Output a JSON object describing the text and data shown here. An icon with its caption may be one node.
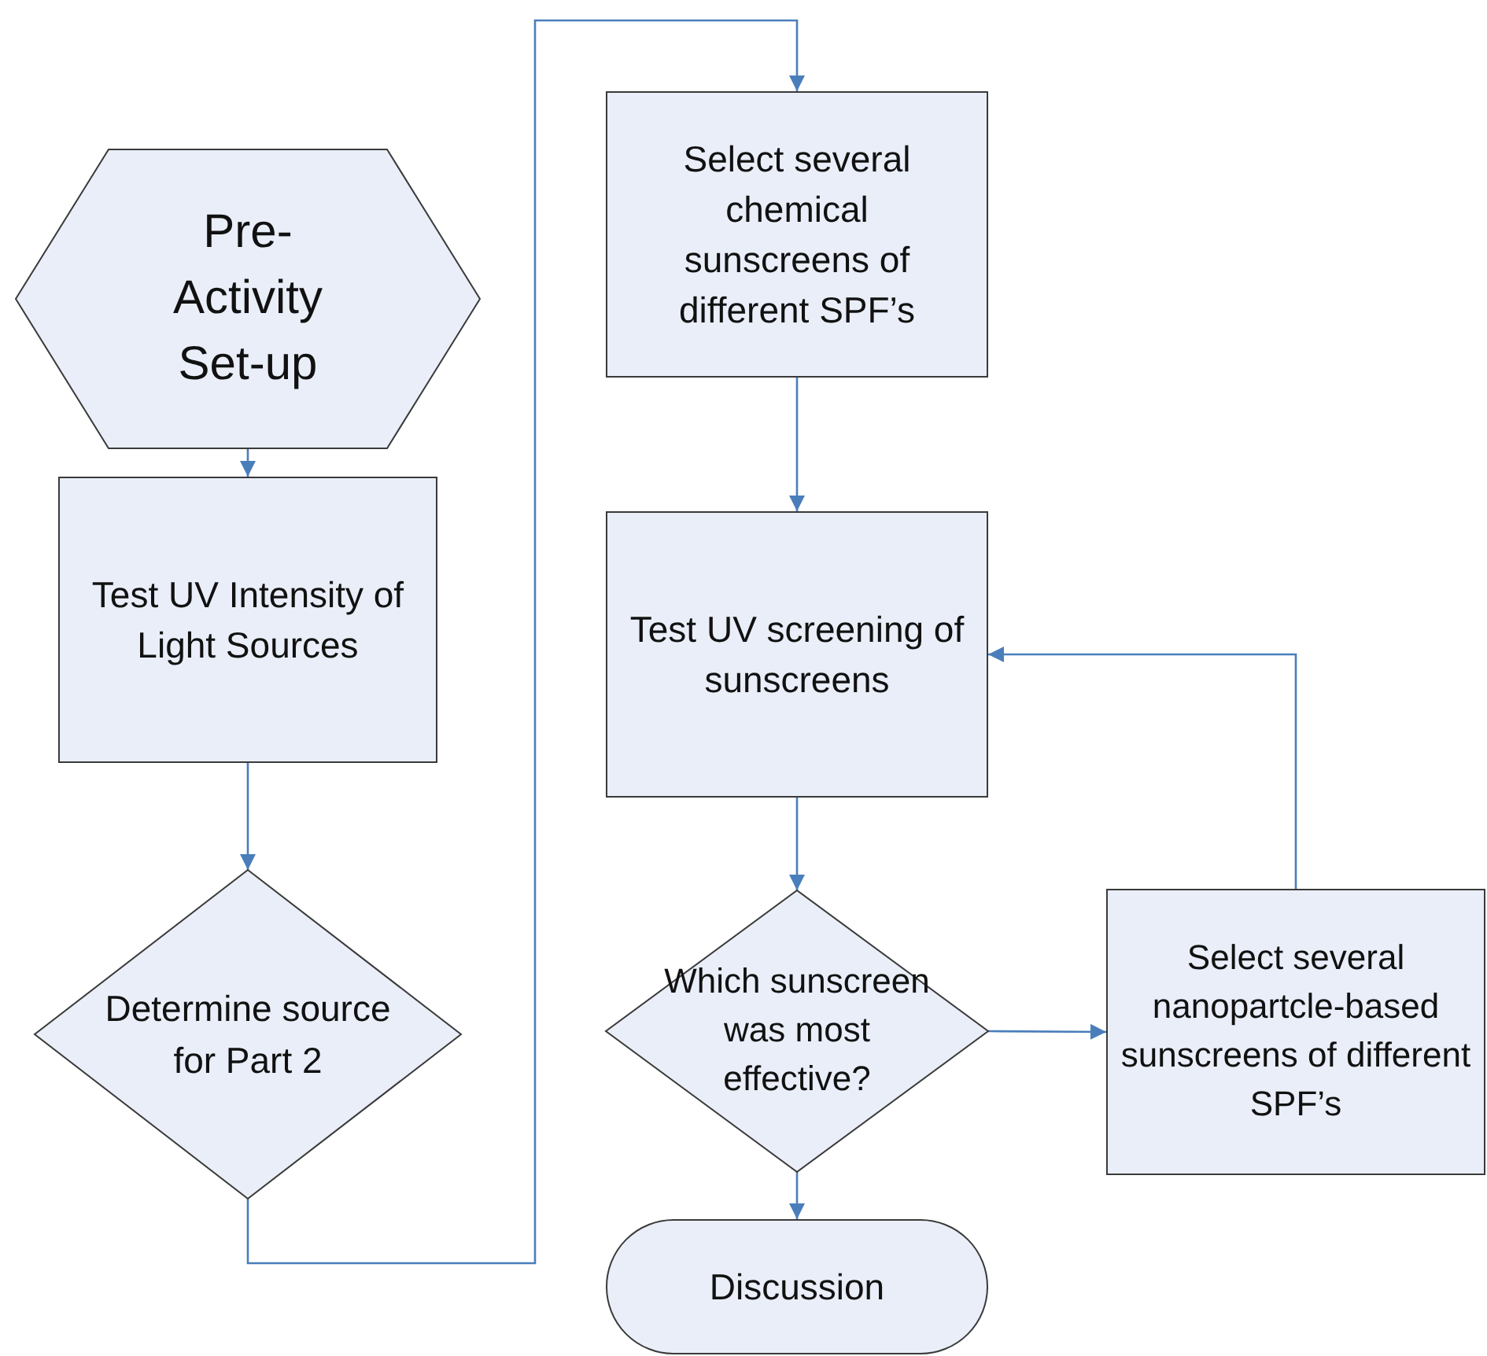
{
  "diagram": {
    "nodes": [
      {
        "text": [
          "Pre-Activity Set-up"
        ]
      },
      {
        "text": [
          "Test UV Intensity of Light Sources"
        ]
      },
      {
        "text": [
          "Determine source for Part 2"
        ]
      },
      {
        "text": [
          "Select several chemical sunscreens of different SPF’s"
        ]
      },
      {
        "text": [
          "Test UV screening of sunscreens"
        ]
      },
      {
        "text": [
          "Which sunscreen was most effective?"
        ]
      },
      {
        "text": [
          "Select several nanopartcle-based sunscreens of different SPF’s"
        ]
      },
      {
        "text": [
          "Discussion"
        ]
      }
    ],
    "edges": [
      {
        "from": 0,
        "to": 1,
        "arrow": "to"
      },
      {
        "from": 1,
        "to": 2,
        "arrow": "to"
      },
      {
        "from": 2,
        "to": 3,
        "arrow": "to"
      },
      {
        "from": 3,
        "to": 4,
        "arrow": "to"
      },
      {
        "from": 4,
        "to": 5,
        "arrow": "to"
      },
      {
        "from": 5,
        "to": 6,
        "arrow": "to"
      },
      {
        "from": 6,
        "to": 4,
        "arrow": "to"
      },
      {
        "from": 5,
        "to": 7,
        "arrow": "to"
      }
    ]
  }
}
